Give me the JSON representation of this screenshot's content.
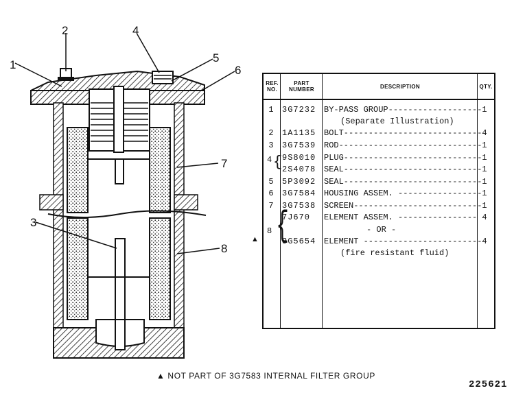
{
  "diagram": {
    "callouts": [
      "1",
      "2",
      "3",
      "4",
      "5",
      "6",
      "7",
      "8"
    ]
  },
  "table": {
    "headers": {
      "ref": "REF. NO.",
      "part": "PART NUMBER",
      "description": "DESCRIPTION",
      "qty": "QTY."
    },
    "rows": [
      {
        "ref": "1",
        "part": "3G7232",
        "description": "BY-PASS GROUP-------------------",
        "qty": "1"
      },
      {
        "ref": "",
        "part": "",
        "description": "(Separate Illustration)",
        "qty": ""
      },
      {
        "ref": "2",
        "part": "1A1135",
        "description": "BOLT----------------------------",
        "qty": "4"
      },
      {
        "ref": "3",
        "part": "3G7539",
        "description": "ROD-----------------------------",
        "qty": "1"
      },
      {
        "ref": "",
        "part": "9S8010",
        "description": "PLUG----------------------------",
        "qty": "1"
      },
      {
        "ref": "",
        "part": "2S4078",
        "description": "SEAL----------------------------",
        "qty": "1"
      },
      {
        "ref": "5",
        "part": "5P3092",
        "description": "SEAL----------------------------",
        "qty": "1"
      },
      {
        "ref": "6",
        "part": "3G7584",
        "description": "HOUSING ASSEM. -----------------",
        "qty": "1"
      },
      {
        "ref": "7",
        "part": "3G7538",
        "description": "SCREEN--------------------------",
        "qty": "1"
      },
      {
        "ref": "",
        "part": "7J670",
        "description": "ELEMENT ASSEM. ----------------",
        "qty": "4"
      },
      {
        "ref": "",
        "part": "",
        "description": "- OR -",
        "qty": ""
      },
      {
        "ref": "",
        "part": "3G5654",
        "description": "ELEMENT ------------------------",
        "qty": "4"
      },
      {
        "ref": "",
        "part": "",
        "description": "(fire resistant fluid)",
        "qty": ""
      }
    ],
    "group_refs": {
      "plug_seal": "4",
      "element": "8"
    }
  },
  "footnote": "NOT PART OF  3G7583  INTERNAL FILTER  GROUP",
  "note_mark": "▲",
  "figure_number": "225621"
}
